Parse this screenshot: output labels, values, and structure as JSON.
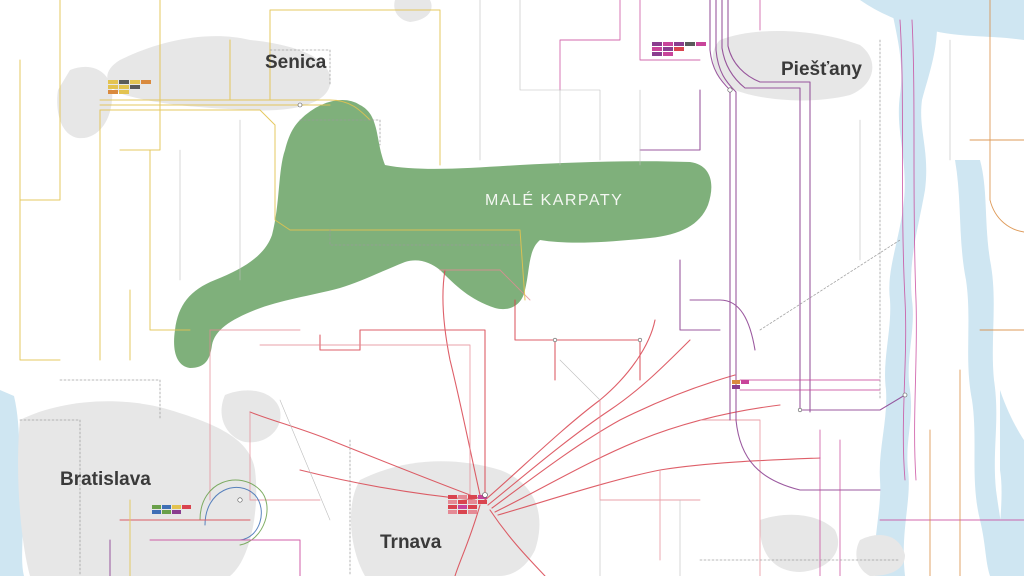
{
  "cities": [
    {
      "id": "senica",
      "name": "Senica"
    },
    {
      "id": "piestany",
      "name": "Piešťany"
    },
    {
      "id": "bratislava",
      "name": "Bratislava"
    },
    {
      "id": "trnava",
      "name": "Trnava"
    }
  ],
  "regions": [
    {
      "id": "male-karpaty",
      "name": "MALÉ KARPATY"
    }
  ],
  "colors": {
    "forest": "#7fb07b",
    "water": "#cfe6f2",
    "urban": "#e7e7e7",
    "rail_trnava": "#d9444f",
    "rail_piestany": "#8a3d8f",
    "route_magenta": "#c8449a",
    "route_yellow": "#e3c350",
    "route_orange": "#d98a3e",
    "route_green": "#6aa04a",
    "route_blue": "#3f6fb5",
    "route_gray": "#9a9a9a"
  },
  "route_badge_palette": [
    "#d9444f",
    "#8a3d8f",
    "#c8449a",
    "#e3c350",
    "#d98a3e",
    "#6aa04a",
    "#3f6fb5",
    "#5a5a5a"
  ]
}
